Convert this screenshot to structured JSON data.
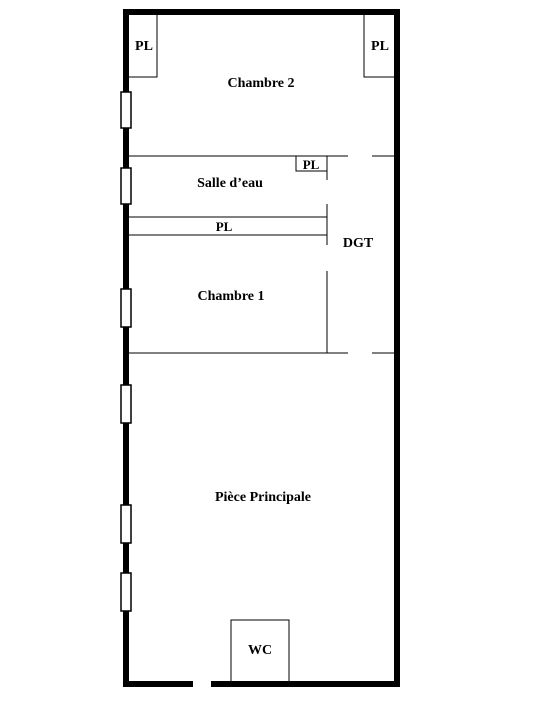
{
  "plan": {
    "rooms": {
      "chambre2": "Chambre 2",
      "salle_eau": "Salle d’eau",
      "chambre1": "Chambre 1",
      "dgt": "DGT",
      "piece_principale": "Pièce Principale",
      "wc": "WC"
    },
    "closets": {
      "pl_top_left": "PL",
      "pl_top_right": "PL",
      "pl_salle_eau": "PL",
      "pl_corridor": "PL"
    },
    "colors": {
      "wall": "#000000",
      "background": "#ffffff"
    }
  }
}
